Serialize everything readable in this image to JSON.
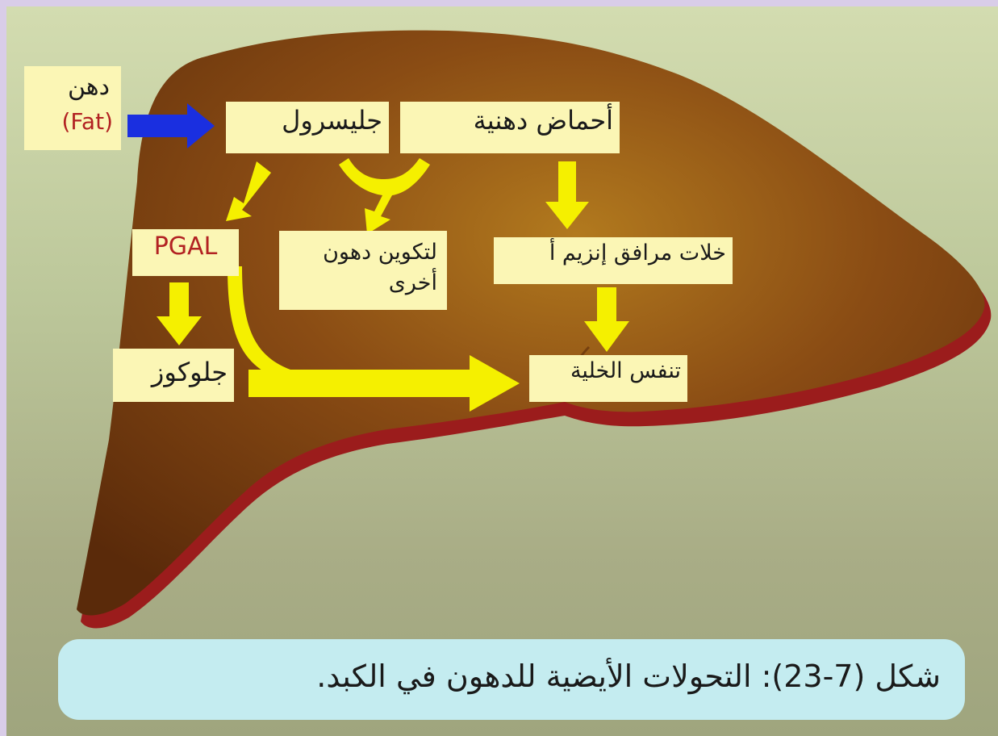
{
  "fat_label": {
    "ar": "دهن",
    "en": "(Fat)"
  },
  "boxes": {
    "glycerol": "جليسرول",
    "fatty_acids": "أحماض دهنية",
    "pgal": "PGAL",
    "other_fats": "لتكوين دهون أخرى",
    "acetyl_coa": "خلات مرافق إنزيم أ",
    "glucose": "جلوكوز",
    "respiration": "تنفس الخلية"
  },
  "caption": "شكل (7-23): التحولات الأيضية للدهون في الكبد.",
  "colors": {
    "liver": "#7a3d10",
    "liver_edge": "#9b1c1c",
    "box": "#fbf6b5",
    "arrow_yellow": "#f5f000",
    "arrow_blue": "#1a2fe0",
    "caption_bg": "#c4ecf0"
  }
}
